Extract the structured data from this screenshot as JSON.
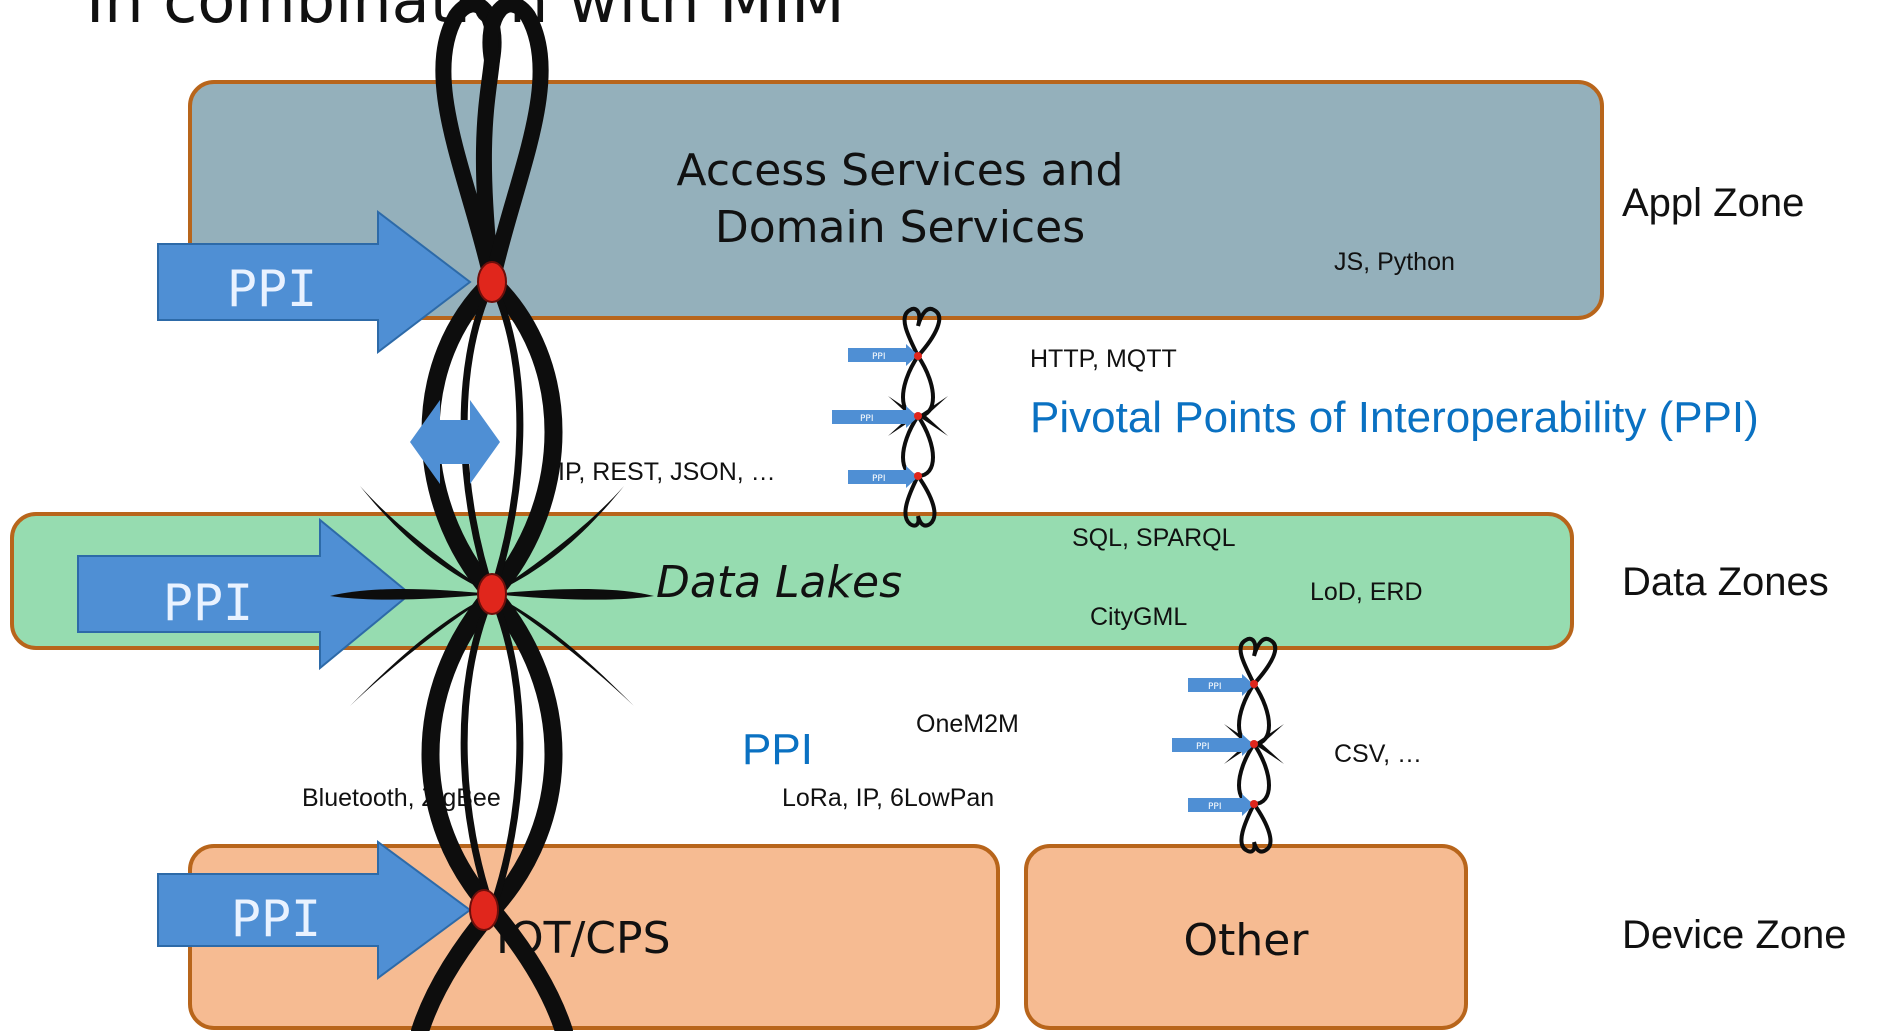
{
  "slide": {
    "title": "In combination with MIM"
  },
  "zones": {
    "appl": "Appl Zone",
    "data": "Data Zones",
    "device": "Device Zone"
  },
  "boxes": {
    "access": {
      "line1": "Access Services and",
      "line2": "Domain Services",
      "tech": "JS, Python"
    },
    "datalakes": {
      "label": "Data Lakes",
      "tech_sql": "SQL, SPARQL",
      "tech_lod": "LoD, ERD",
      "tech_citygml": "CityGML"
    },
    "iot": {
      "label": "IOT/CPS"
    },
    "other": {
      "label": "Other"
    }
  },
  "protocols": {
    "http": "HTTP, MQTT",
    "ip_rest": "IP, REST, JSON, …",
    "onem2m": "OneM2M",
    "lora": "LoRa, IP, 6LowPan",
    "bluetooth": "Bluetooth, ZigBee",
    "csv": "CSV, …"
  },
  "ppi": {
    "full_label": "Pivotal Points of Interoperability (PPI)",
    "short_label": "PPI",
    "arrow_label": "PPI",
    "mini_arrow_label": "PPI"
  },
  "colors": {
    "appl_box": "#94b0bb",
    "data_box": "#96dcb0",
    "device_box": "#f6bb92",
    "border": "#b8651b",
    "ppi_text": "#0a71c2",
    "arrow": "#4f8fd4",
    "knot_dot": "#e0261c"
  }
}
